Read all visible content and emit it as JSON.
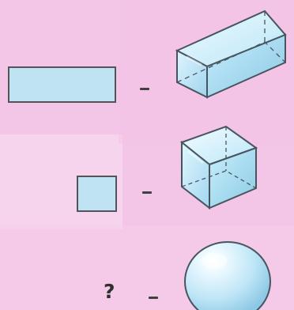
{
  "title": "",
  "rows": [
    {
      "plane_shape": "rectangle",
      "solid_shape": "cuboid"
    },
    {
      "plane_shape": "square",
      "solid_shape": "cube"
    },
    {
      "plane_shape_label": "?",
      "solid_shape": "sphere"
    }
  ],
  "colors": {
    "background": "#f3c6e7",
    "shape_fill": "#bfe3f3",
    "outline": "#53545a"
  }
}
